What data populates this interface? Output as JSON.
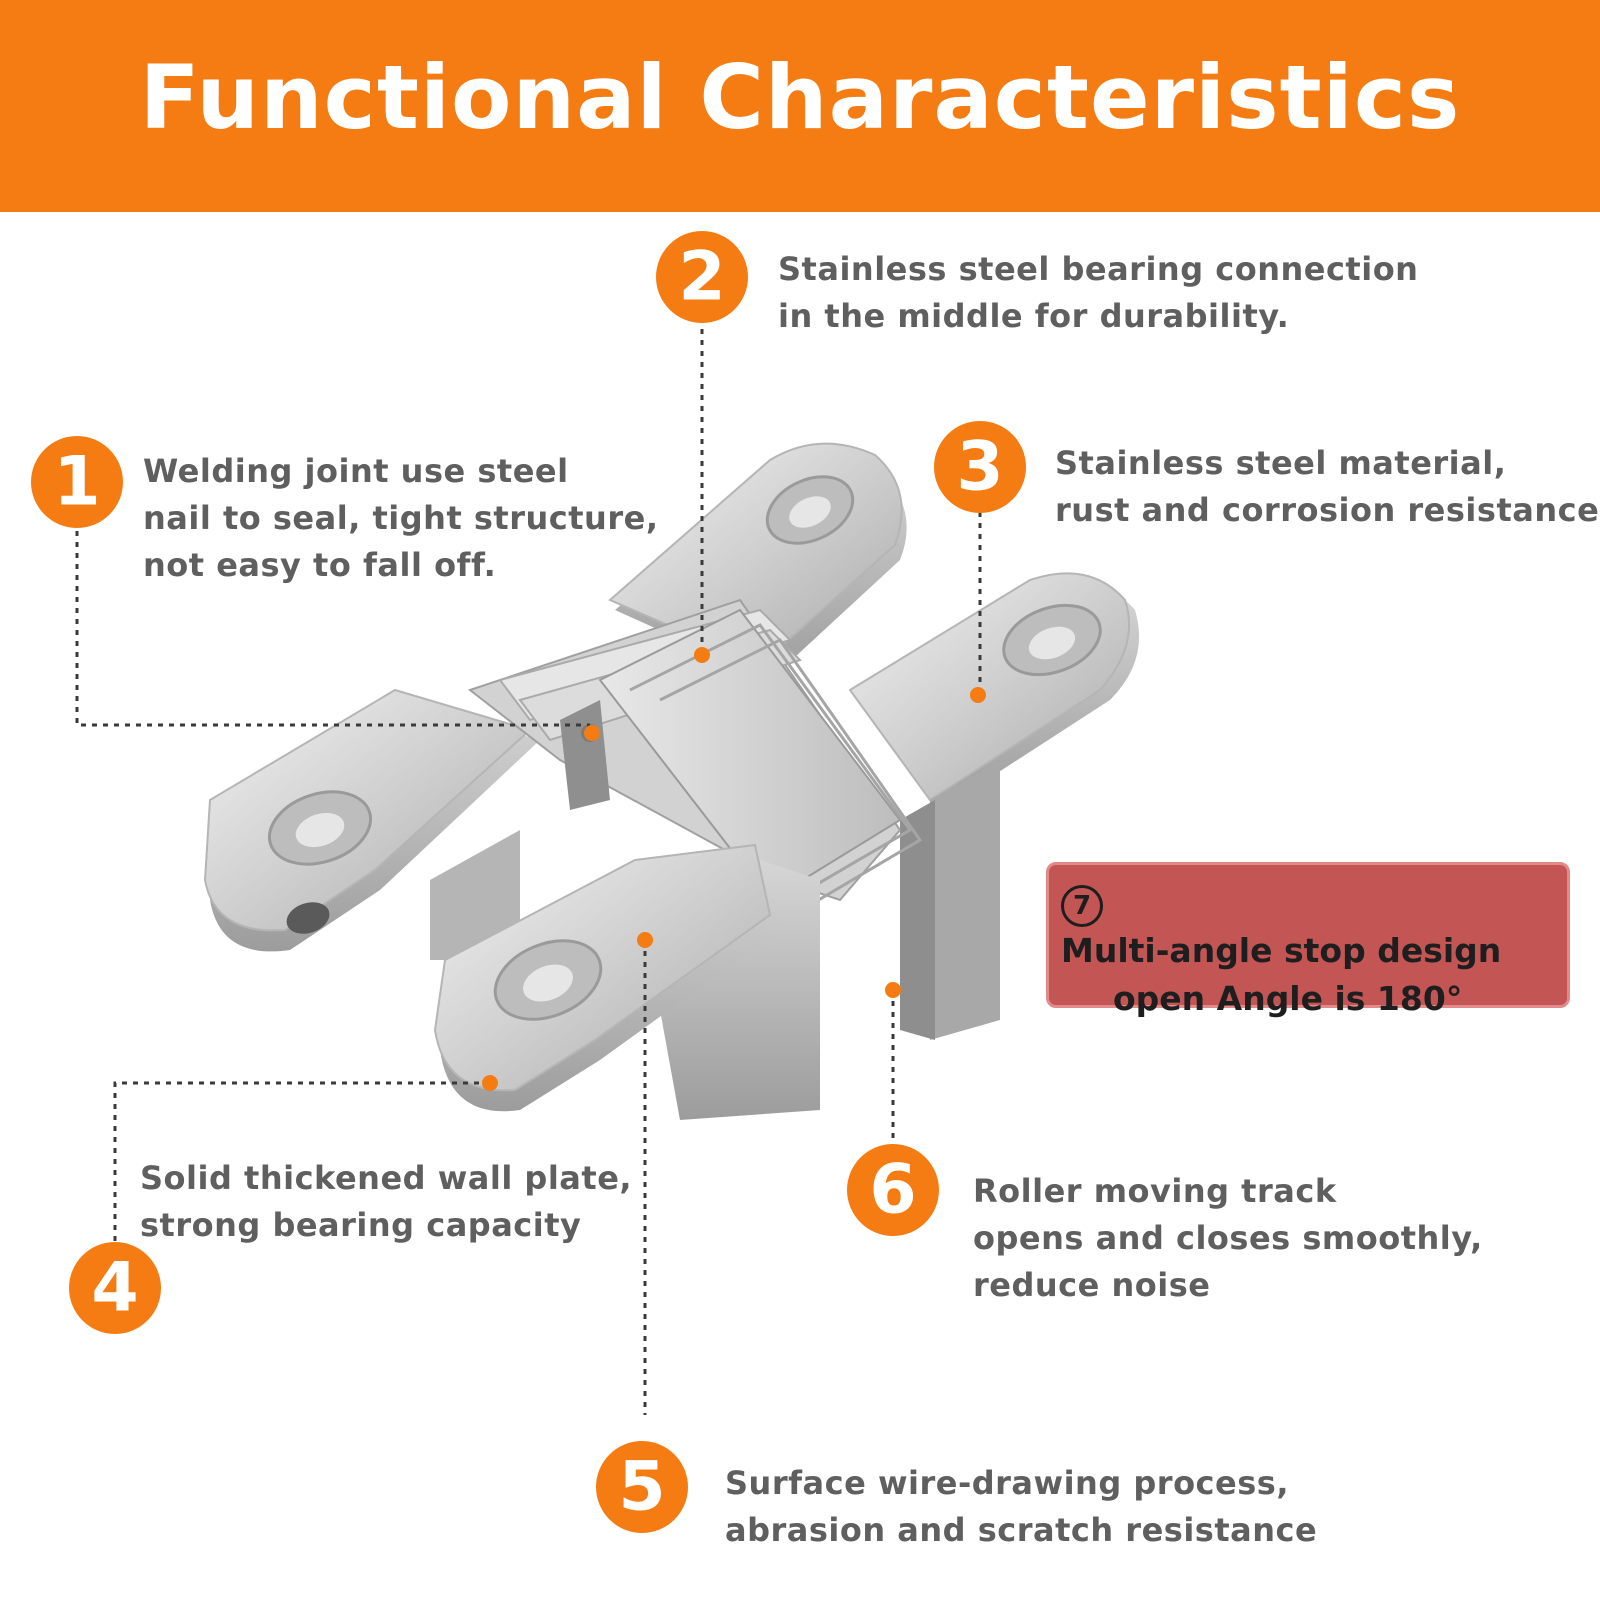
{
  "header": {
    "title": "Functional Characteristics"
  },
  "features": [
    {
      "number": "1",
      "lines": [
        "Welding joint use steel",
        "nail to seal, tight structure,",
        "not easy to fall off."
      ]
    },
    {
      "number": "2",
      "lines": [
        "Stainless steel bearing connection",
        "in the middle for durability."
      ]
    },
    {
      "number": "3",
      "lines": [
        "Stainless steel material,",
        "rust and corrosion resistance"
      ]
    },
    {
      "number": "4",
      "lines": [
        "Solid thickened wall plate,",
        "strong bearing capacity"
      ]
    },
    {
      "number": "5",
      "lines": [
        "Surface wire-drawing process,",
        "abrasion and scratch resistance"
      ]
    },
    {
      "number": "6",
      "lines": [
        "Roller moving track",
        "opens and closes smoothly,",
        "reduce noise"
      ]
    }
  ],
  "stop_design": {
    "number": "7",
    "line1": "Multi-angle stop design",
    "line2": "open Angle is 180°"
  },
  "colors": {
    "brand_orange": "#f57c12",
    "text_gray": "#5f5f5f",
    "stop_box_red": "#c35555"
  }
}
